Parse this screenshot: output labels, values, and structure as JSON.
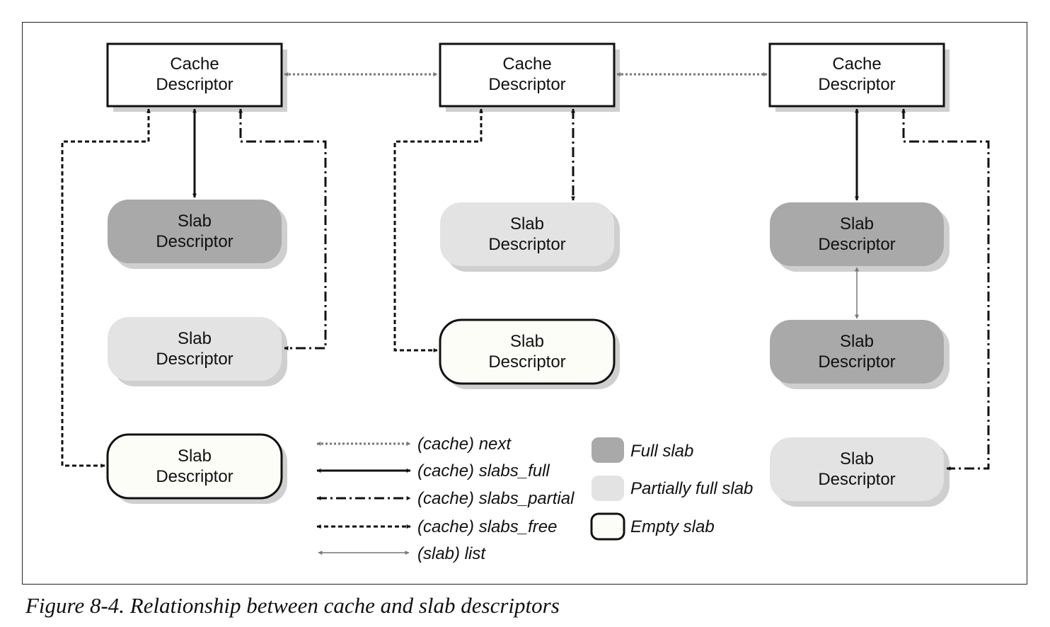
{
  "caches": [
    {
      "line1": "Cache",
      "line2": "Descriptor"
    },
    {
      "line1": "Cache",
      "line2": "Descriptor"
    },
    {
      "line1": "Cache",
      "line2": "Descriptor"
    }
  ],
  "slabs": [
    {
      "line1": "Slab",
      "line2": "Descriptor",
      "kind": "full"
    },
    {
      "line1": "Slab",
      "line2": "Descriptor",
      "kind": "partial"
    },
    {
      "line1": "Slab",
      "line2": "Descriptor",
      "kind": "empty"
    },
    {
      "line1": "Slab",
      "line2": "Descriptor",
      "kind": "partial"
    },
    {
      "line1": "Slab",
      "line2": "Descriptor",
      "kind": "empty"
    },
    {
      "line1": "Slab",
      "line2": "Descriptor",
      "kind": "full"
    },
    {
      "line1": "Slab",
      "line2": "Descriptor",
      "kind": "full"
    },
    {
      "line1": "Slab",
      "line2": "Descriptor",
      "kind": "partial"
    }
  ],
  "legend_lines": [
    {
      "label": "(cache) next",
      "style": "dotted-gray"
    },
    {
      "label": "(cache) slabs_full",
      "style": "solid"
    },
    {
      "label": "(cache) slabs_partial",
      "style": "dash-dot"
    },
    {
      "label": "(cache) slabs_free",
      "style": "dashed"
    },
    {
      "label": "(slab) list",
      "style": "thin-gray"
    }
  ],
  "legend_kinds": [
    {
      "label": "Full slab",
      "kind": "full"
    },
    {
      "label": "Partially full slab",
      "kind": "partial"
    },
    {
      "label": "Empty slab",
      "kind": "empty"
    }
  ],
  "colors": {
    "full": "#a9a9a9",
    "partial": "#e3e3e3",
    "empty": "#fdfdf8",
    "shadow": "#cfcfcf",
    "gray_line": "#777777"
  },
  "caption": "Figure 8-4. Relationship between cache and slab descriptors"
}
